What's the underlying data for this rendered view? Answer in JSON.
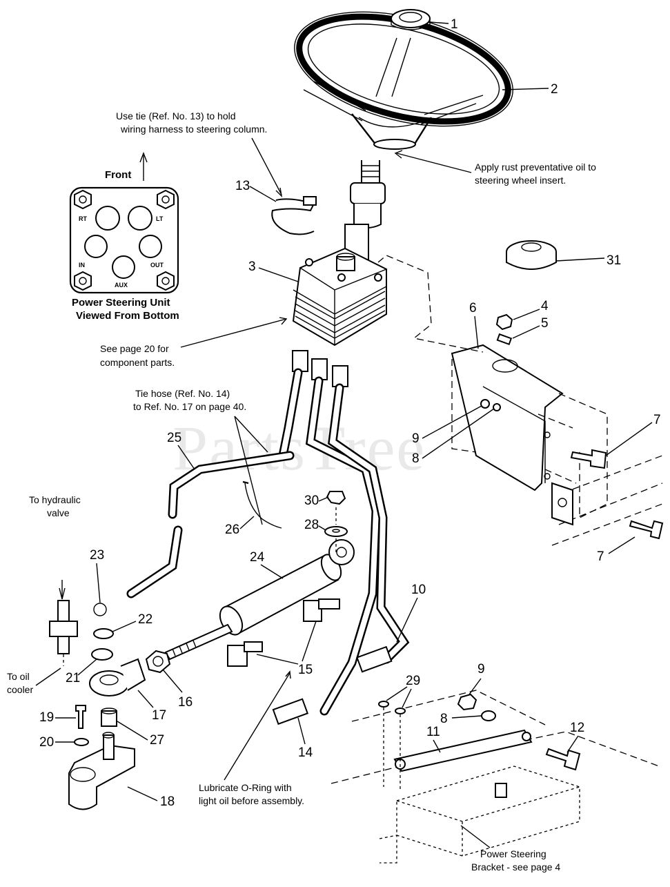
{
  "watermark": "PartsTree",
  "inset": {
    "front_label": "Front",
    "ports": [
      "RT",
      "LT",
      "IN",
      "OUT",
      "AUX"
    ],
    "caption_line1": "Power Steering Unit",
    "caption_line2": "Viewed From Bottom"
  },
  "notes": {
    "tie_line1": "Use tie (Ref. No. 13) to hold",
    "tie_line2": "wiring harness to steering column.",
    "rust_line1": "Apply rust preventative oil to",
    "rust_line2": "steering wheel insert.",
    "page20_line1": "See page 20 for",
    "page20_line2": "component parts.",
    "hose_line1": "Tie hose (Ref. No. 14)",
    "hose_line2": "to Ref. No. 17 on page 40.",
    "hydraulic_line1": "To hydraulic",
    "hydraulic_line2": "valve",
    "oilcooler_line1": "To oil",
    "oilcooler_line2": "cooler",
    "oring_line1": "Lubricate O-Ring with",
    "oring_line2": "light oil before assembly.",
    "bracket_line1": "Power Steering",
    "bracket_line2": "Bracket - see page 4"
  },
  "callouts": {
    "c1": "1",
    "c2": "2",
    "c3": "3",
    "c4": "4",
    "c5": "5",
    "c6": "6",
    "c7a": "7",
    "c7b": "7",
    "c8a": "8",
    "c8b": "8",
    "c9a": "9",
    "c9b": "9",
    "c10": "10",
    "c11": "11",
    "c12": "12",
    "c13": "13",
    "c14": "14",
    "c15": "15",
    "c16": "16",
    "c17": "17",
    "c18": "18",
    "c19": "19",
    "c20": "20",
    "c21": "21",
    "c22": "22",
    "c23": "23",
    "c24": "24",
    "c25": "25",
    "c26": "26",
    "c27": "27",
    "c28": "28",
    "c29": "29",
    "c30": "30",
    "c31": "31"
  }
}
